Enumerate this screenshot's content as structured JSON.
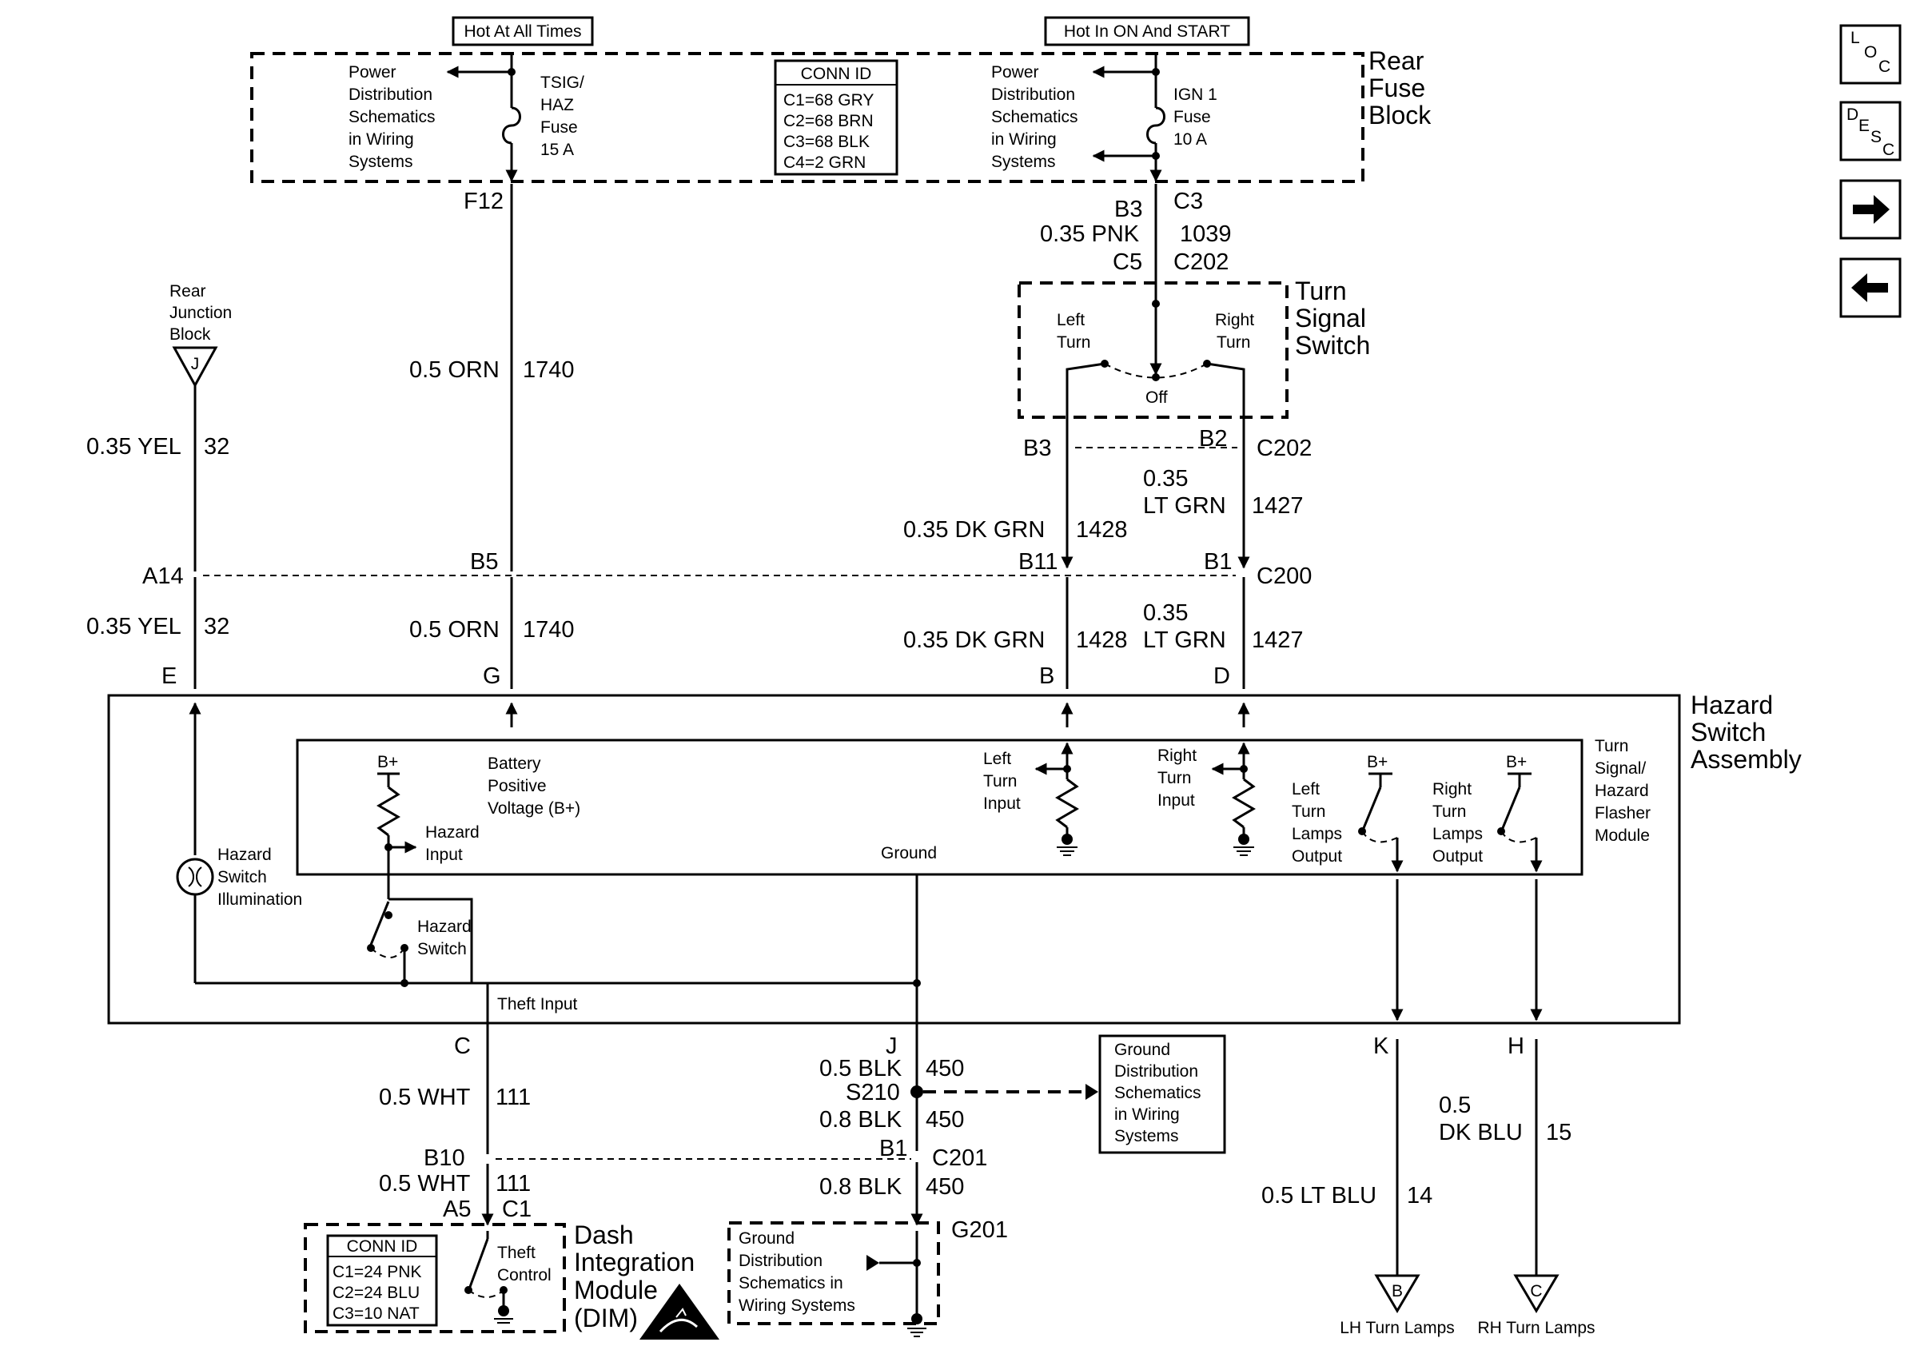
{
  "header": {
    "hot_all_times": "Hot At All Times",
    "hot_on_start": "Hot In ON And START"
  },
  "rear_fuse_block": {
    "title_1": "Rear",
    "title_2": "Fuse",
    "title_3": "Block",
    "pd_left": [
      "Power",
      "Distribution",
      "Schematics",
      "in Wiring",
      "Systems"
    ],
    "pd_right": [
      "Power",
      "Distribution",
      "Schematics",
      "in Wiring",
      "Systems"
    ],
    "fuse_tsig": [
      "TSIG/",
      "HAZ",
      "Fuse",
      "15 A"
    ],
    "fuse_ign": [
      "IGN 1",
      "Fuse",
      "10 A"
    ],
    "conn_id_title": "CONN ID",
    "conn_ids": [
      "C1=68 GRY",
      "C2=68 BRN",
      "C3=68 BLK",
      "C4=2 GRN"
    ]
  },
  "connectors": {
    "f12": "F12",
    "b3_top": "B3",
    "c3": "C3",
    "c5": "C5",
    "c202_top": "C202",
    "b3_mid": "B3",
    "b2_mid": "B2",
    "c202_mid": "C202",
    "a14": "A14",
    "b5": "B5",
    "b11": "B11",
    "b1_mid": "B1",
    "c200": "C200",
    "e": "E",
    "g": "G",
    "b": "B",
    "d": "D",
    "c": "C",
    "j": "J",
    "k": "K",
    "h": "H",
    "b10": "B10",
    "b1_low": "B1",
    "c201": "C201",
    "a5": "A5",
    "c1": "C1",
    "g201": "G201",
    "s210": "S210"
  },
  "wires": {
    "pnk_1039": [
      "0.35 PNK",
      "1039"
    ],
    "yel_32_upper": [
      "0.35 YEL",
      "32"
    ],
    "yel_32_lower": [
      "0.35 YEL",
      "32"
    ],
    "orn_1740_upper": [
      "0.5 ORN",
      "1740"
    ],
    "orn_1740_lower": [
      "0.5 ORN",
      "1740"
    ],
    "dkgrn_1428_upper": [
      "0.35 DK GRN",
      "1428"
    ],
    "dkgrn_1428_lower": [
      "0.35 DK GRN",
      "1428"
    ],
    "ltgrn_1427_upper": [
      "0.35",
      "LT GRN",
      "1427"
    ],
    "ltgrn_1427_lower": [
      "0.35",
      "LT GRN",
      "1427"
    ],
    "wht_111_upper": [
      "0.5 WHT",
      "111"
    ],
    "wht_111_lower": [
      "0.5 WHT",
      "111"
    ],
    "blk_450_a": [
      "0.5 BLK",
      "450"
    ],
    "blk_450_b": [
      "0.8 BLK",
      "450"
    ],
    "blk_450_c": [
      "0.8 BLK",
      "450"
    ],
    "ltblu_14": [
      "0.5 LT BLU",
      "14"
    ],
    "dkblu_15": [
      "0.5",
      "DK BLU",
      "15"
    ]
  },
  "turn_signal_switch": {
    "title": [
      "Turn",
      "Signal",
      "Switch"
    ],
    "left": [
      "Left",
      "Turn"
    ],
    "right": [
      "Right",
      "Turn"
    ],
    "off": "Off"
  },
  "rear_junction": {
    "label": [
      "Rear",
      "Junction",
      "Block"
    ],
    "letter": "J"
  },
  "hazard_assembly": {
    "title": [
      "Hazard",
      "Switch",
      "Assembly"
    ],
    "module_title": [
      "Turn",
      "Signal/",
      "Hazard",
      "Flasher",
      "Module"
    ],
    "bplus": "B+",
    "battery": [
      "Battery",
      "Positive",
      "Voltage (B+)"
    ],
    "hazard_input": [
      "Hazard",
      "Input"
    ],
    "ground": "Ground",
    "left_turn_input": [
      "Left",
      "Turn",
      "Input"
    ],
    "right_turn_input": [
      "Right",
      "Turn",
      "Input"
    ],
    "left_lamps": [
      "Left",
      "Turn",
      "Lamps",
      "Output"
    ],
    "right_lamps": [
      "Right",
      "Turn",
      "Lamps",
      "Output"
    ],
    "illumination": [
      "Hazard",
      "Switch",
      "Illumination"
    ],
    "hazard_switch": [
      "Hazard",
      "Switch"
    ],
    "theft_input": "Theft Input"
  },
  "ground_dist_box": [
    "Ground",
    "Distribution",
    "Schematics",
    "in Wiring",
    "Systems"
  ],
  "ground_dist_g201": [
    "Ground",
    "Distribution",
    "Schematics in",
    "Wiring Systems"
  ],
  "dim": {
    "title": [
      "Dash",
      "Integration",
      "Module",
      "(DIM)"
    ],
    "conn_id_title": "CONN ID",
    "conn_ids": [
      "C1=24 PNK",
      "C2=24 BLU",
      "C3=10 NAT"
    ],
    "theft": [
      "Theft",
      "Control"
    ]
  },
  "lamps": {
    "lh": "LH Turn Lamps",
    "lh_letter": "B",
    "rh": "RH Turn Lamps",
    "rh_letter": "C"
  },
  "nav": {
    "loc": [
      "L",
      "O",
      "C"
    ],
    "desc": [
      "D",
      "E",
      "S",
      "C"
    ],
    "forward_icon": "arrow-right",
    "back_icon": "arrow-left"
  }
}
